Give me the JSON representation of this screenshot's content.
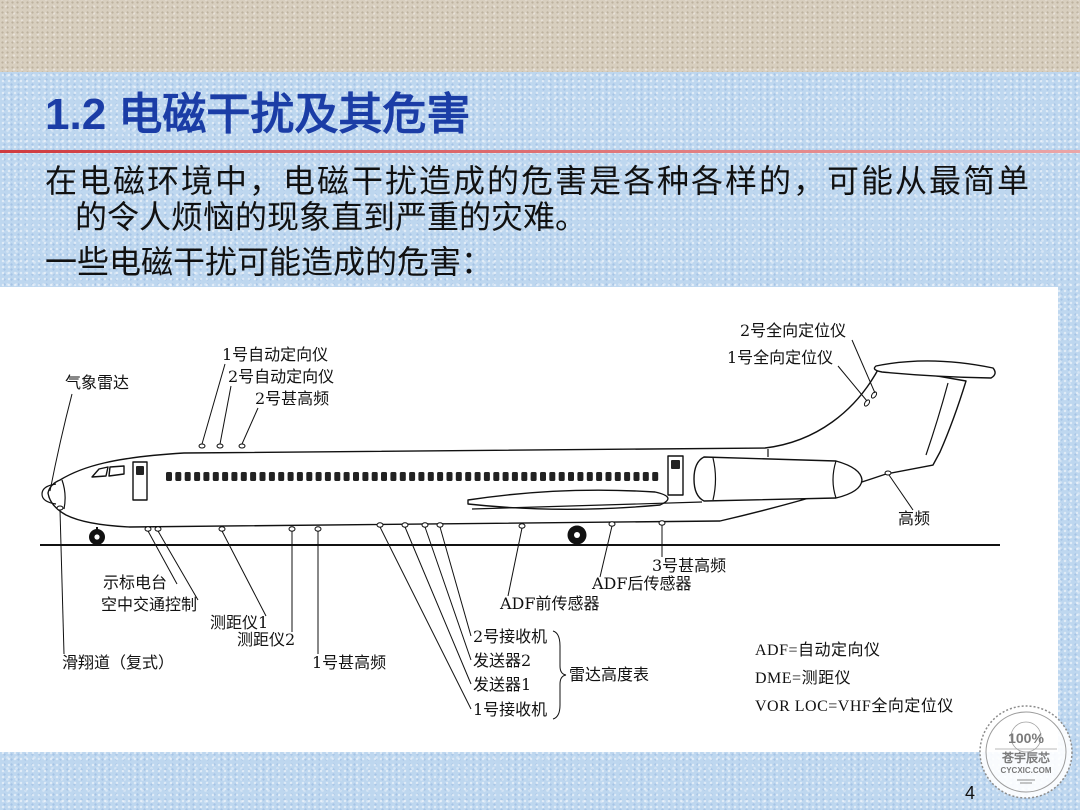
{
  "slide": {
    "title": "1.2 电磁干扰及其危害",
    "body_lines": [
      "在电磁环境中，电磁干扰造成的危害是各种各样的，可能从最简单",
      "的令人烦恼的现象直到严重的灾难。",
      "一些电磁干扰可能造成的危害："
    ],
    "page_number": "4"
  },
  "diagram": {
    "labels": {
      "vor_2": "2号全向定位仪",
      "vor_1": "1号全向定位仪",
      "adf_1": "1号自动定向仪",
      "weather_radar": "气象雷达",
      "adf_2": "2号自动定向仪",
      "vhf_2": "2号甚高频",
      "hf": "高频",
      "vhf_3": "3号甚高频",
      "marker_beacon": "示标电台",
      "adf_rear_sensor": "ADF后传感器",
      "atc": "空中交通控制",
      "adf_front_sensor": "ADF前传感器",
      "dme_1": "测距仪1",
      "dme_2": "测距仪2",
      "receiver_2": "2号接收机",
      "glideslope": "滑翔道（复式）",
      "vhf_1": "1号甚高频",
      "transmitter_2": "发送器2",
      "transmitter_1": "发送器1",
      "receiver_1": "1号接收机",
      "radar_altimeter": "雷达高度表"
    },
    "legend": [
      "ADF=自动定向仪",
      "DME=测距仪",
      "VOR LOC=VHF全向定位仪"
    ]
  },
  "seal": {
    "percent": "100%",
    "name": "苍宇辰芯",
    "domain": "CYCXIC.COM"
  },
  "colors": {
    "title": "#1b3da6",
    "rule": "#cf3b40",
    "background": "#bed7ef",
    "top_band": "#d8cfbf"
  }
}
